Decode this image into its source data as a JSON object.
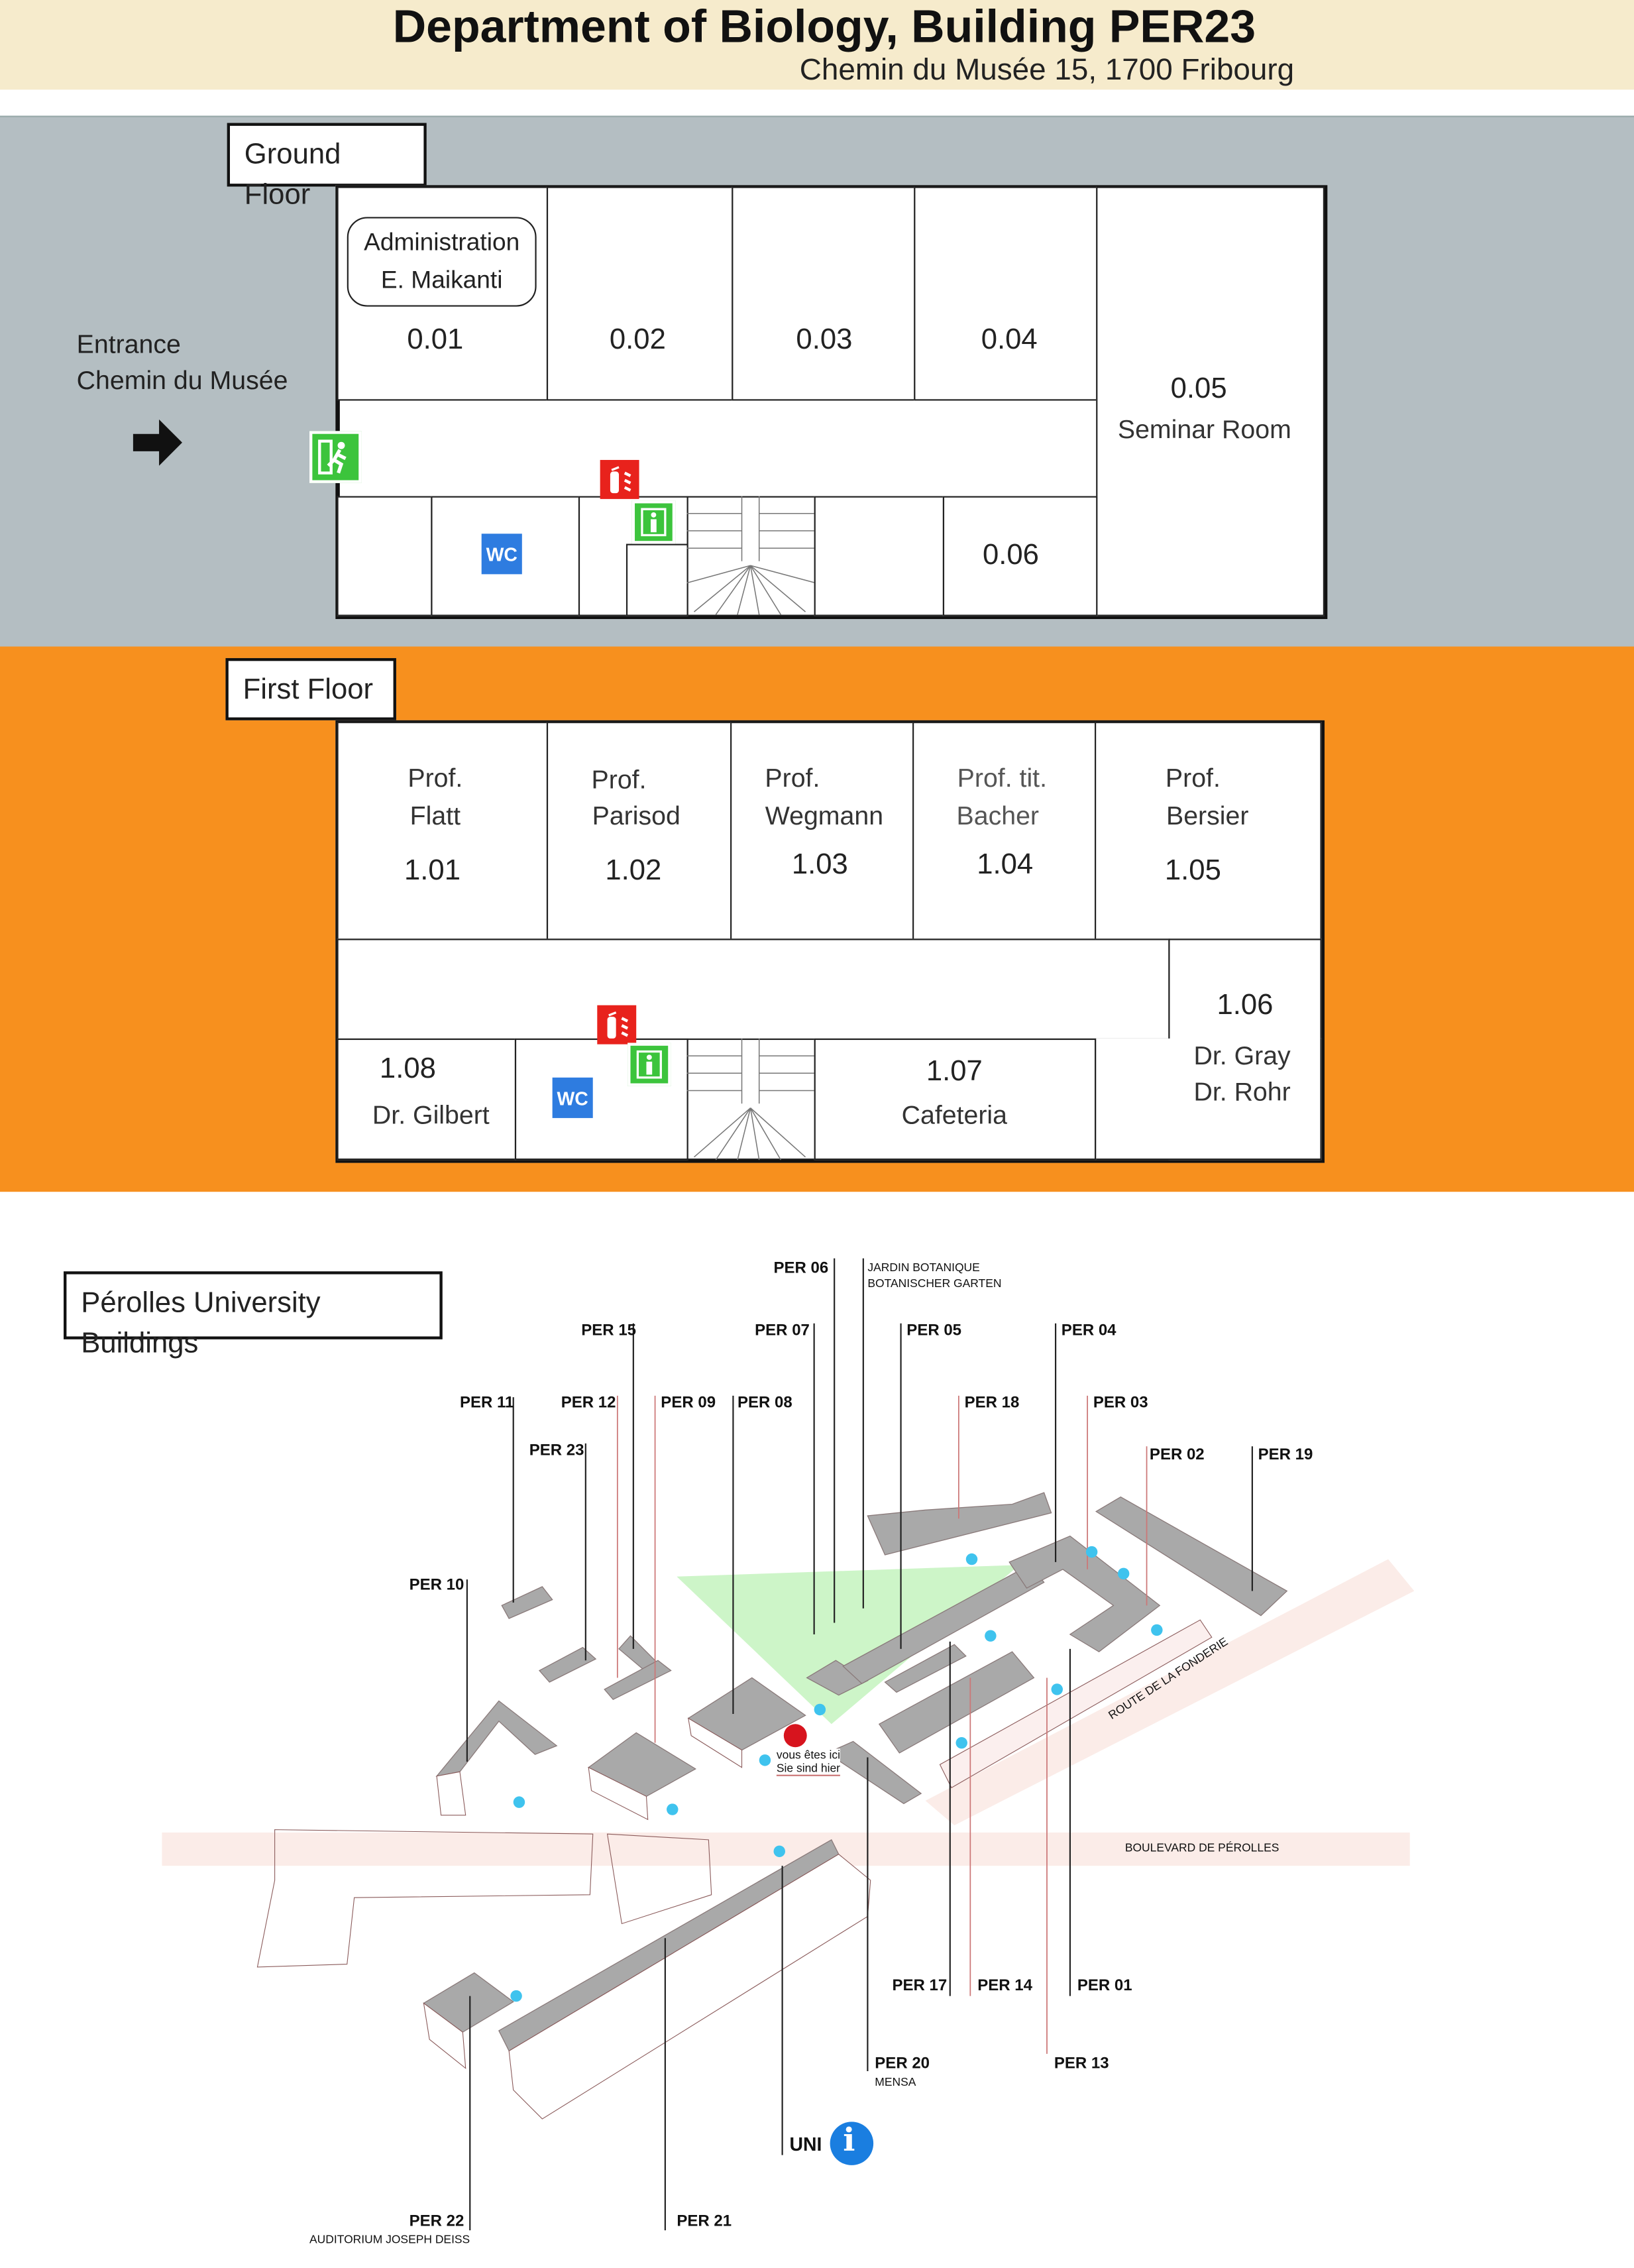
{
  "header": {
    "title": "Department of Biology, Building PER23",
    "address": "Chemin du Musée 15, 1700 Fribourg"
  },
  "ground_floor": {
    "label": "Ground Floor",
    "entrance": {
      "line1": "Entrance",
      "line2": "Chemin du Musée"
    },
    "admin": {
      "line1": "Administration",
      "line2": "E. Maikanti"
    },
    "rooms": [
      "0.01",
      "0.02",
      "0.03",
      "0.04"
    ],
    "seminar": {
      "number": "0.05",
      "name": "Seminar Room"
    },
    "room_006": "0.06",
    "wc": "WC"
  },
  "first_floor": {
    "label": "First Floor",
    "offices": [
      {
        "title": "Prof.",
        "name": "Flatt",
        "number": "1.01"
      },
      {
        "title": "Prof.",
        "name": "Parisod",
        "number": "1.02"
      },
      {
        "title": "Prof.",
        "name": "Wegmann",
        "number": "1.03"
      },
      {
        "title": "Prof. tit.",
        "name": "Bacher",
        "number": "1.04"
      },
      {
        "title": "Prof.",
        "name": "Bersier",
        "number": "1.05"
      }
    ],
    "room_106": {
      "number": "1.06",
      "line1": "Dr. Gray",
      "line2": "Dr. Rohr"
    },
    "room_107": {
      "number": "1.07",
      "name": "Cafeteria"
    },
    "room_108": {
      "number": "1.08",
      "name": "Dr. Gilbert"
    },
    "wc": "WC"
  },
  "campus_map": {
    "title": "Pérolles University Buildings",
    "buildings": {
      "per06": "PER 06",
      "per15": "PER 15",
      "per07": "PER 07",
      "per05": "PER 05",
      "per04": "PER 04",
      "per11": "PER 11",
      "per12": "PER 12",
      "per09": "PER 09",
      "per08": "PER 08",
      "per18": "PER 18",
      "per03": "PER 03",
      "per23": "PER 23",
      "per02": "PER 02",
      "per19": "PER 19",
      "per10": "PER 10",
      "per17": "PER 17",
      "per14": "PER 14",
      "per01": "PER 01",
      "per20": "PER 20",
      "per13": "PER 13",
      "per22": "PER 22",
      "per21": "PER 21"
    },
    "garden": {
      "line1": "JARDIN BOTANIQUE",
      "line2": "BOTANISCHER GARTEN"
    },
    "mensa": "MENSA",
    "auditorium": "AUDITORIUM JOSEPH DEISS",
    "you_are_here": {
      "line1": "vous êtes ici",
      "line2": "Sie sind hier"
    },
    "streets": {
      "boulevard": "BOULEVARD DE PÉROLLES",
      "route": "ROUTE DE LA FONDERIE"
    },
    "uni_info": "UNI",
    "info_icon": "i",
    "colors": {
      "garden": "#cdf5c8",
      "you_are_here": "#d7141e",
      "building": "#a9a9a9",
      "marker": "#3fc3ee"
    }
  }
}
